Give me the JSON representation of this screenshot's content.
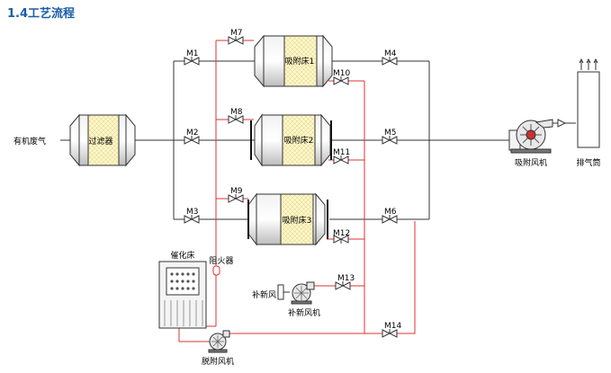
{
  "header": {
    "title": "1.4工艺流程"
  },
  "labels": {
    "inlet": "有机废气",
    "filter": "过滤器",
    "bed1": "吸附床1",
    "bed2": "吸附床2",
    "bed3": "吸附床3",
    "adsorption_fan": "吸附风机",
    "stack": "排气筒",
    "catalytic_bed": "催化床",
    "flame_arrester": "阻火器",
    "fresh_air": "补新风",
    "fresh_air_fan": "补新风机",
    "desorption_fan": "脱附风机"
  },
  "valves": {
    "m1": "M1",
    "m2": "M2",
    "m3": "M3",
    "m4": "M4",
    "m5": "M5",
    "m6": "M6",
    "m7": "M7",
    "m8": "M8",
    "m9": "M9",
    "m10": "M10",
    "m11": "M11",
    "m12": "M12",
    "m13": "M13",
    "m14": "M14"
  },
  "colors": {
    "title": "#1a5ea8",
    "process_line": "#333333",
    "desorption_line": "#e03030",
    "media_fill": "#fdf6c8"
  }
}
